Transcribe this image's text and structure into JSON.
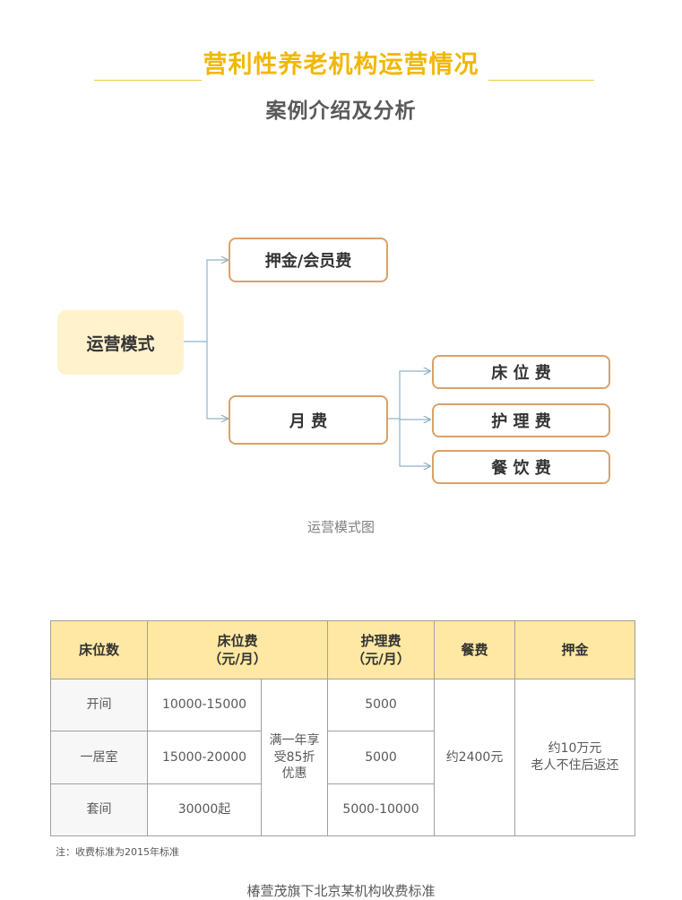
{
  "header": {
    "title": "营利性养老机构运营情况",
    "subtitle": "案例介绍及分析"
  },
  "diagram": {
    "root": "运营模式",
    "deposit": "押金/会员费",
    "monthly": "月 费",
    "bed": "床 位 费",
    "care": "护 理 费",
    "meal": "餐 饮 费",
    "caption": "运营模式图"
  },
  "table": {
    "headers": {
      "beds": "床位数",
      "bed_fee": "床位费\n（元/月）",
      "care_fee": "护理费\n（元/月）",
      "meal_fee": "餐费",
      "deposit": "押金"
    },
    "rows": [
      {
        "type": "开间",
        "bed_fee": "10000-15000",
        "care_fee": "5000"
      },
      {
        "type": "一居室",
        "bed_fee": "15000-20000",
        "care_fee": "5000"
      },
      {
        "type": "套间",
        "bed_fee": "30000起",
        "care_fee": "5000-10000"
      }
    ],
    "discount": "满一年享\n受85折\n优惠",
    "meal": "约2400元",
    "deposit": "约10万元\n老人不住后返还"
  },
  "note": "注：收费标准为2015年标准",
  "footer_caption": "椿萱茂旗下北京某机构收费标准",
  "colors": {
    "title": "#F2B705",
    "node_border": "#D9A16A",
    "root_fill": "#FFF2CC",
    "header_fill": "#FFE8A3",
    "connector": "#8FB3C9"
  }
}
